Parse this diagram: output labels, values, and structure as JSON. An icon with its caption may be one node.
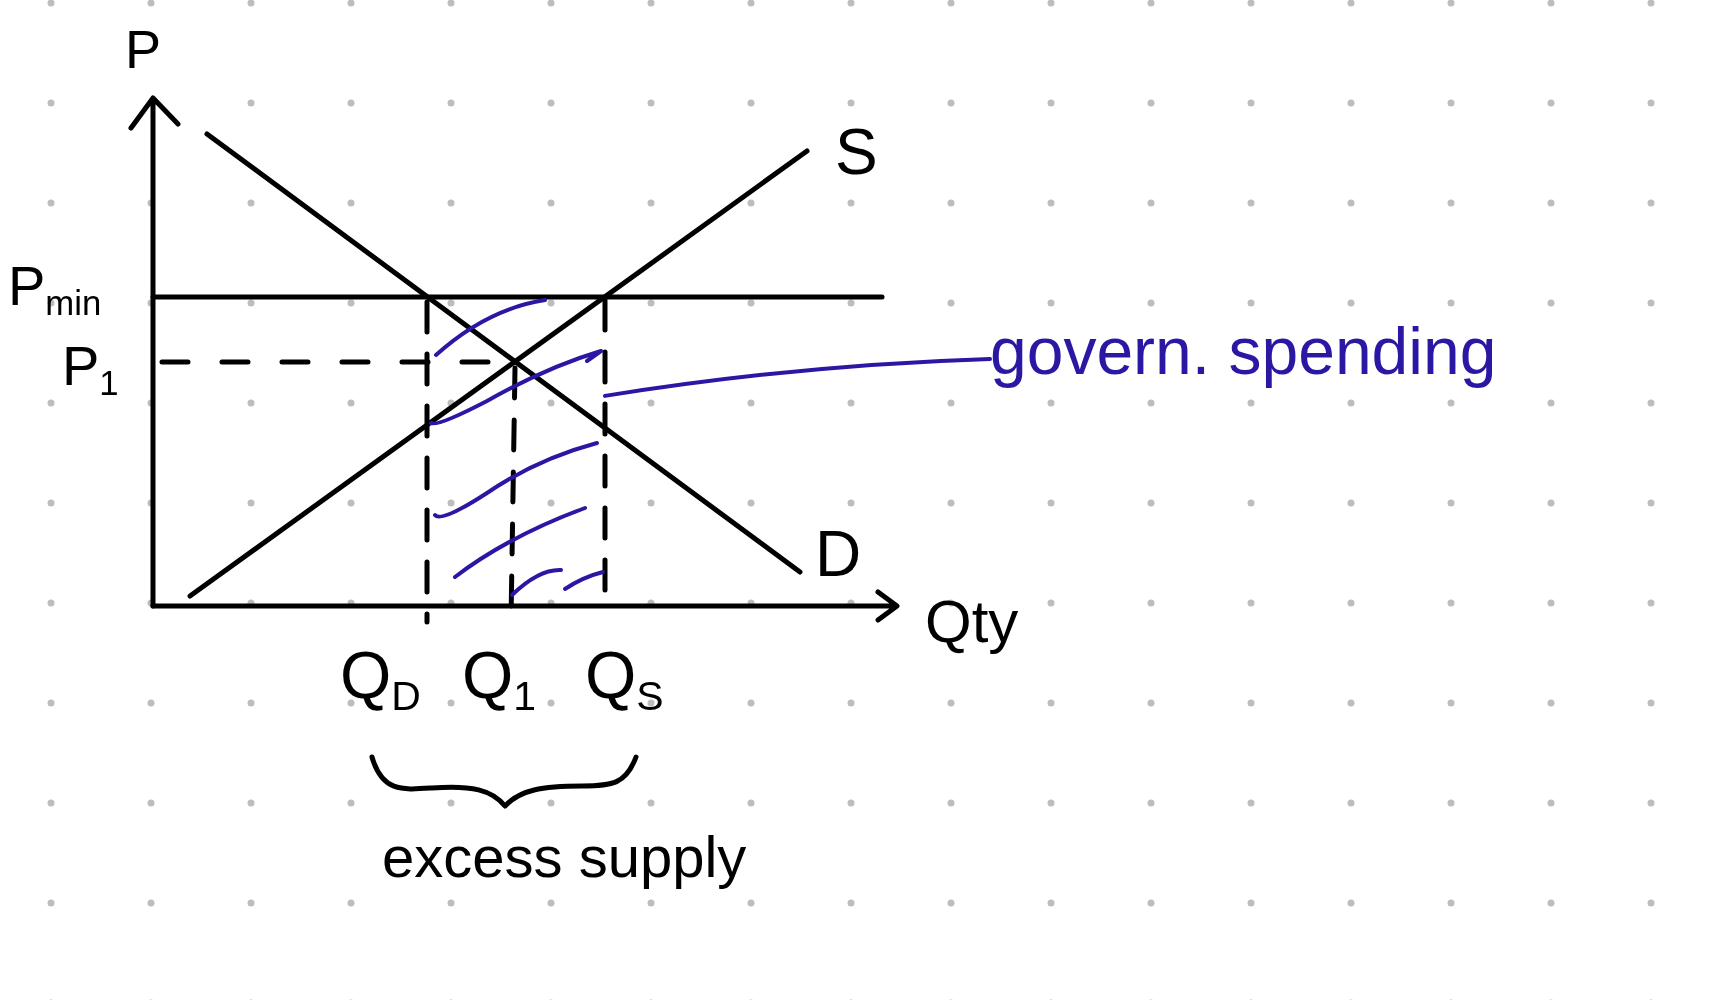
{
  "diagram": {
    "nodes": [
      {
        "text": [],
        "shape": "box"
      },
      {
        "text": [
          "govern. spending"
        ]
      }
    ],
    "edges": [
      {
        "from": 1,
        "to": 0,
        "arrow": "none"
      }
    ],
    "labels": [
      "P",
      "S",
      "P$_{min}$",
      "P$_{1}$",
      "D",
      "Qty",
      "Q$_{D}$",
      "Q$_{1}$",
      "Q$_{S}$",
      "excess supply"
    ]
  }
}
